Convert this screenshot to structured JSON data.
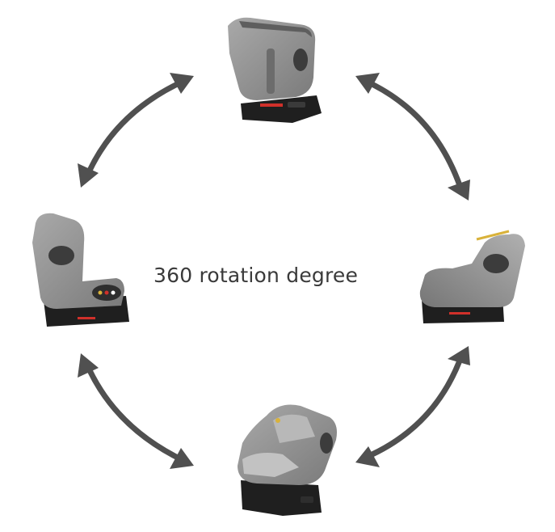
{
  "caption": "360 rotation degree",
  "colors": {
    "arrow": "#505050",
    "seat_fabric": "#8e8e8e",
    "seat_fabric_light": "#a9a9a9",
    "seat_fabric_dark": "#6c6c6c",
    "base": "#1f1f1f",
    "led": "#d0302a",
    "panel_accent": "#d9b23a"
  },
  "views": [
    {
      "id": "top",
      "description_icon": "car-seat-rear-view-icon"
    },
    {
      "id": "right",
      "description_icon": "car-seat-side-right-icon"
    },
    {
      "id": "bottom",
      "description_icon": "car-seat-front-view-icon"
    },
    {
      "id": "left",
      "description_icon": "car-seat-side-left-icon"
    }
  ]
}
